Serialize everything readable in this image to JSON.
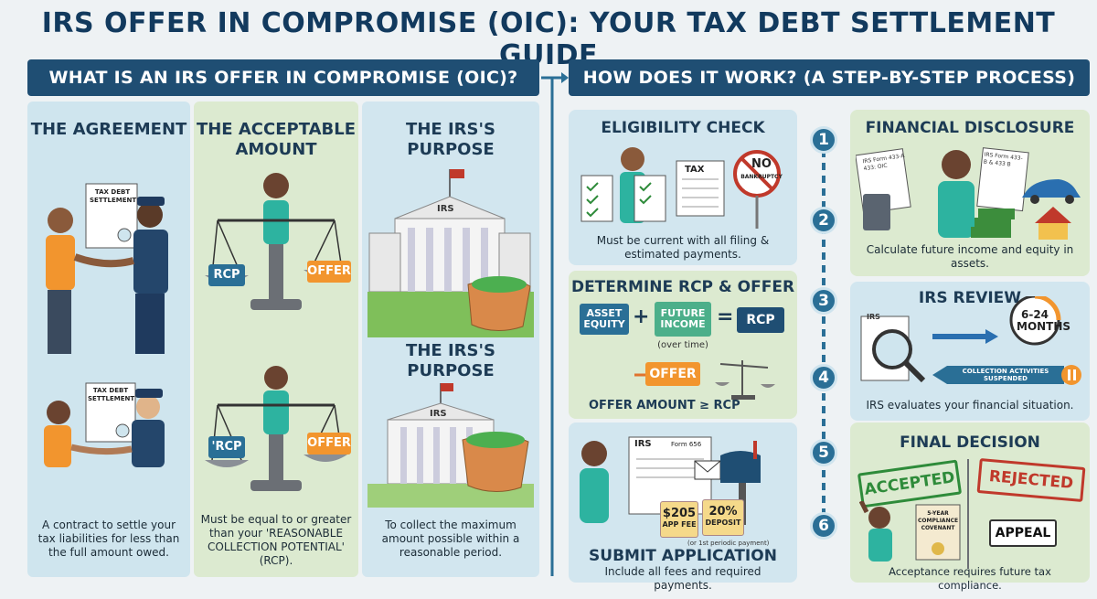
{
  "title": "IRS OFFER IN COMPROMISE (OIC): YOUR TAX DEBT SETTLEMENT GUIDE",
  "left_banner": "WHAT IS AN IRS OFFER IN COMPROMISE (OIC)?",
  "right_banner": "HOW DOES IT WORK? (A STEP-BY-STEP PROCESS)",
  "panels": {
    "agreement": {
      "heading": "THE AGREEMENT",
      "doc_label": "TAX DEBT SETTLEMENT",
      "caption": "A contract to settle your tax liabilities for less than the full amount owed."
    },
    "acceptable": {
      "heading": "THE ACCEPTABLE AMOUNT",
      "rcp": "RCP",
      "offer": "OFFER",
      "rcp2": "'RCP",
      "offer2": "OFFER",
      "caption": "Must be equal to or greater than your 'REASONABLE COLLECTION POTENTIAL' (RCP)."
    },
    "purpose": {
      "heading": "THE IRS'S PURPOSE",
      "heading2": "THE IRS'S PURPOSE",
      "irs": "IRS",
      "caption": "To collect the maximum amount possible within a reasonable period."
    }
  },
  "steps": {
    "eligibility": {
      "heading": "ELIGIBILITY CHECK",
      "tax": "TAX",
      "no": "NO",
      "bankruptcy": "BANKRUPTCY",
      "caption": "Must be current with all filing & estimated payments."
    },
    "disclosure": {
      "heading": "FINANCIAL DISCLOSURE",
      "form_a": "IRS Form 433-A 433: OIC",
      "form_b": "IRS Form 433-B & 433 B",
      "caption": "Calculate future income and equity in assets."
    },
    "determine": {
      "heading": "DETERMINE RCP & OFFER",
      "asset": "ASSET EQUITY",
      "plus": "+",
      "future": "FUTURE INCOME",
      "equals": "=",
      "rcp": "RCP",
      "overtime": "(over time)",
      "offer": "OFFER",
      "caption": "OFFER AMOUNT ≥ RCP"
    },
    "review": {
      "heading": "IRS REVIEW",
      "irs": "IRS",
      "months": "6-24 MONTHS",
      "collection": "COLLECTION ACTIVITIES SUSPENDED",
      "caption": "IRS evaluates your financial situation."
    },
    "submit": {
      "heading": "SUBMIT APPLICATION",
      "irs": "IRS",
      "form": "Form 656",
      "fee_amount": "$205",
      "fee_label": "APP FEE",
      "deposit_pct": "20%",
      "deposit_label": "DEPOSIT",
      "deposit_note": "(or 1st periodic payment)",
      "caption": "Include all fees and required payments."
    },
    "decision": {
      "heading": "FINAL DECISION",
      "accepted": "ACCEPTED",
      "rejected": "REJECTED",
      "covenant": "5-YEAR COMPLIANCE COVENANT",
      "appeal": "APPEAL",
      "caption": "Acceptance requires future tax compliance."
    }
  },
  "step_numbers": [
    "1",
    "2",
    "3",
    "4",
    "5",
    "6"
  ],
  "colors": {
    "navy": "#1f4e73",
    "title": "#123a5e",
    "blue_panel": "#cfe5ee",
    "green_panel": "#dcead0",
    "step_blue": "#2a6f96",
    "accepted": "#2e8b3a",
    "rejected": "#c0392b"
  }
}
